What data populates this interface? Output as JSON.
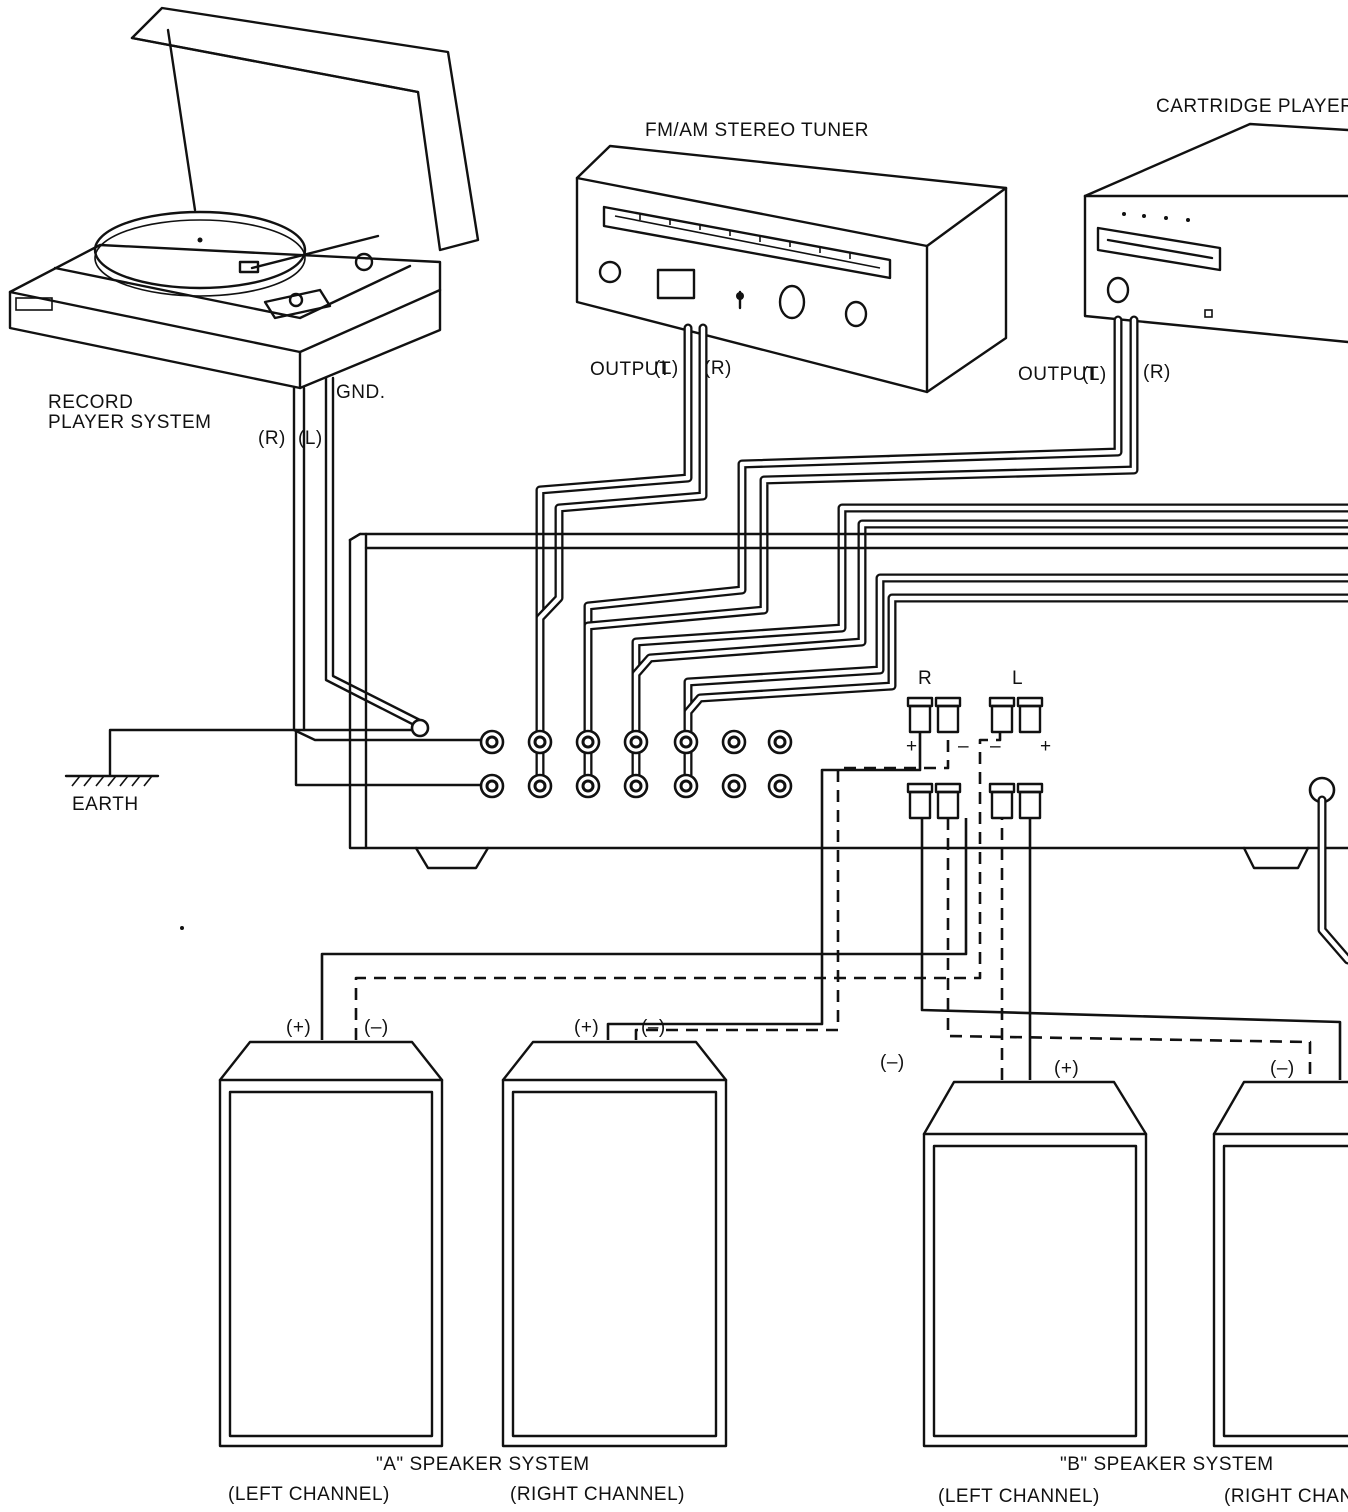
{
  "labels": {
    "record_player": [
      "RECORD",
      "PLAYER SYSTEM"
    ],
    "record_gnd": "GND.",
    "record_r": "(R)",
    "record_l": "(L)",
    "tuner_title": "FM/AM STEREO TUNER",
    "tuner_output": "OUTPUT",
    "tuner_l": "(L)",
    "tuner_r": "(R)",
    "cartridge_title": "CARTRIDGE PLAYER",
    "cart_output": "OUTPUT",
    "cart_l": "(L)",
    "cart_r": "(R)",
    "earth": "EARTH",
    "term_r": "R",
    "term_l": "L",
    "term_plus": "+",
    "term_minus": "–",
    "a_plus_left": "(+)",
    "a_minus_left": "(–)",
    "a_plus_right": "(+)",
    "a_minus_right": "(–)",
    "b_minus_left": "(–)",
    "b_plus_left": "(+)",
    "b_minus_right": "(–)",
    "a_system": "\"A\" SPEAKER SYSTEM",
    "a_left_channel": "(LEFT CHANNEL)",
    "a_right_channel": "(RIGHT CHANNEL)",
    "b_system": "\"B\" SPEAKER SYSTEM",
    "b_left_channel": "(LEFT CHANNEL)",
    "b_right_channel": "(RIGHT CHANNEL)"
  },
  "colors": {
    "ink": "#111111",
    "paper": "#ffffff"
  }
}
